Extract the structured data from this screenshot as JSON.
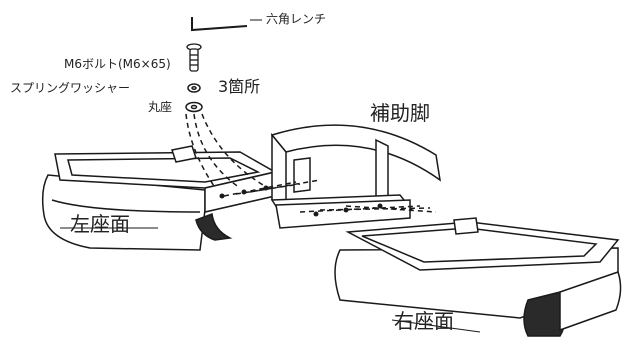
{
  "labels": {
    "hex_wrench": "六角レンチ",
    "bolt": "M6ボルト(M6×65)",
    "spring_washer": "スプリングワッシャー",
    "flat_washer": "丸座",
    "quantity": "3箇所",
    "support_leg": "補助脚",
    "left_seat": "左座面",
    "right_seat": "右座面"
  },
  "colors": {
    "line": "#1a1a1a",
    "fill": "#ffffff",
    "shade": "#d9d9d9",
    "dark": "#2a2a2a"
  }
}
